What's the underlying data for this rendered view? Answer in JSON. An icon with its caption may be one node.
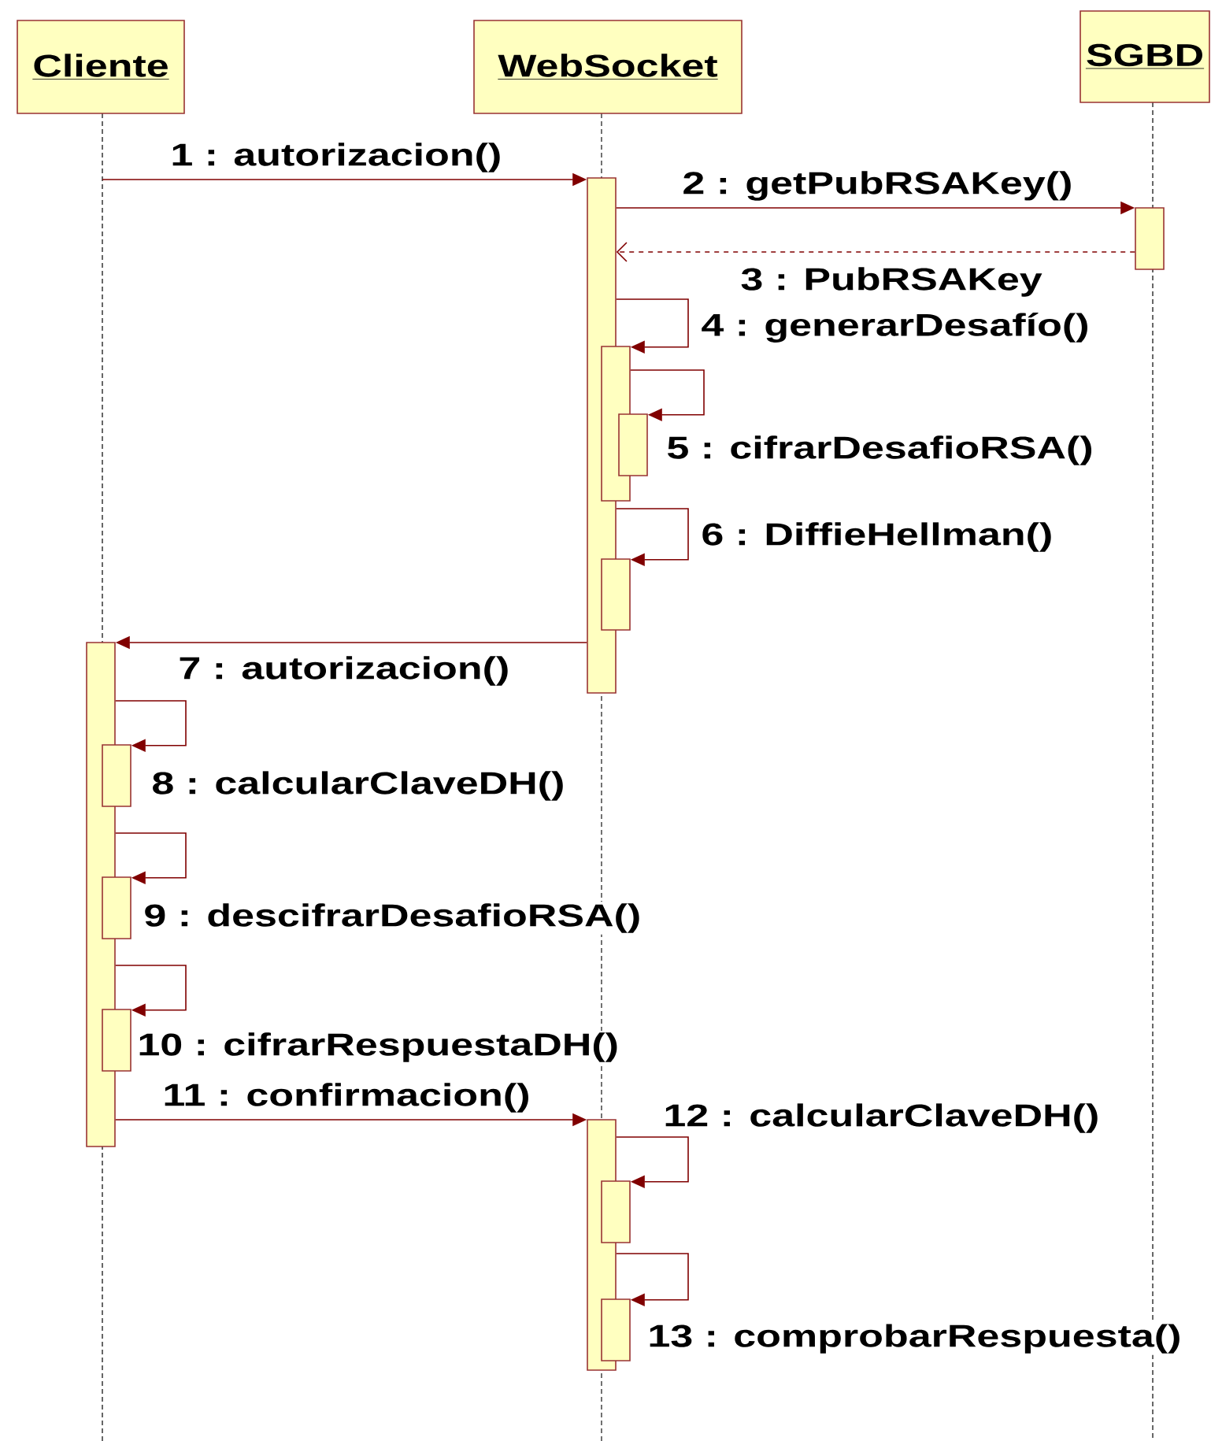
{
  "diagram": {
    "nodes": [
      {
        "text": [
          "Cliente"
        ]
      },
      {
        "text": [
          "WebSocket"
        ]
      },
      {
        "text": [
          "SGBD"
        ]
      },
      {
        "text": [],
        "shape": "bar"
      },
      {
        "text": [],
        "shape": "bar"
      },
      {
        "text": [],
        "shape": "bar"
      },
      {
        "text": [],
        "shape": "bar"
      },
      {
        "text": [],
        "shape": "bar"
      },
      {
        "text": [],
        "shape": "bar"
      },
      {
        "text": [],
        "shape": "bar"
      },
      {
        "text": [],
        "shape": "bar"
      },
      {
        "text": [],
        "shape": "bar"
      },
      {
        "text": [],
        "shape": "bar"
      },
      {
        "text": [],
        "shape": "bar"
      },
      {
        "text": [],
        "shape": "bar"
      }
    ],
    "edges": [
      {
        "from": null,
        "to": 3,
        "arrow": "to",
        "label": "1 : autorizacion()"
      },
      {
        "from": 3,
        "to": 4,
        "arrow": "to",
        "label": "2 : getPubRSAKey()"
      },
      {
        "from": 4,
        "to": 3,
        "arrow": "to",
        "label": "3 : PubRSAKey",
        "style": "dashed"
      },
      {
        "from": 3,
        "to": 5,
        "arrow": "to",
        "label": "4 : generarDesafío()"
      },
      {
        "from": 5,
        "to": 6,
        "arrow": "to",
        "label": "5 : cifrarDesafioRSA()"
      },
      {
        "from": 3,
        "to": 7,
        "arrow": "to",
        "label": "6 : DiffieHellman()"
      },
      {
        "from": 3,
        "to": 8,
        "arrow": "to",
        "label": "7 : autorizacion()"
      },
      {
        "from": 8,
        "to": 9,
        "arrow": "to",
        "label": "8 : calcularClaveDH()"
      },
      {
        "from": 8,
        "to": 10,
        "arrow": "to",
        "label": "9 : descifrarDesafioRSA()"
      },
      {
        "from": 8,
        "to": 11,
        "arrow": "to",
        "label": "10 : cifrarRespuestaDH()"
      },
      {
        "from": 8,
        "to": 12,
        "arrow": "to",
        "label": "11 : confirmacion()"
      },
      {
        "from": 12,
        "to": 13,
        "arrow": "to",
        "label": "12 : calcularClaveDH()"
      },
      {
        "from": 12,
        "to": 14,
        "arrow": "to",
        "label": "13 : comprobarRespuesta()"
      }
    ]
  }
}
